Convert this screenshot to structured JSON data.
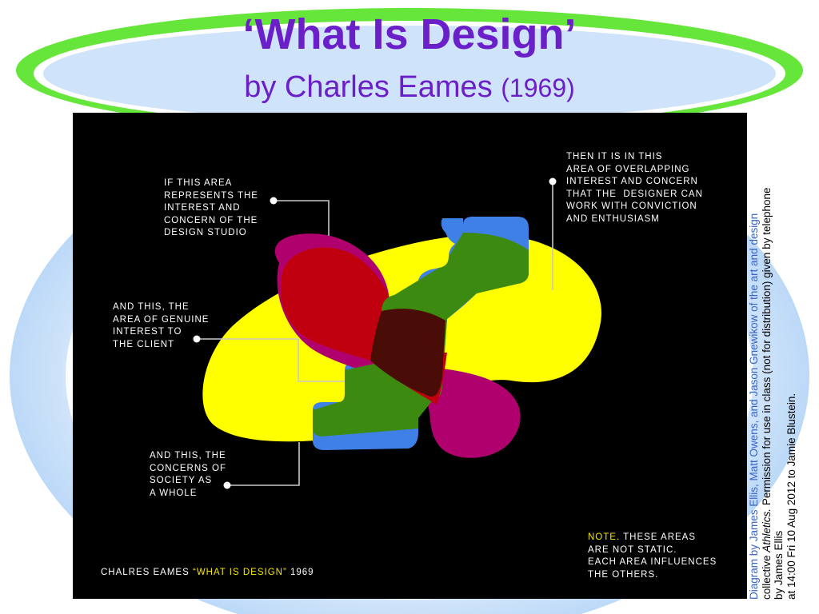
{
  "slide": {
    "title_line1": "‘What Is Design’",
    "title_line2_name": "by Charles Eames",
    "title_line2_year": "(1969)"
  },
  "diagram": {
    "label_studio": "IF THIS AREA\nREPRESENTS THE\nINTEREST AND\nCONCERN OF THE\nDESIGN STUDIO",
    "label_client": "AND THIS, THE\nAREA OF GENUINE\nINTEREST TO\nTHE CLIENT",
    "label_society": "AND THIS, THE\nCONCERNS OF\nSOCIETY AS\nA WHOLE",
    "label_overlap": "THEN IT IS IN THIS\nAREA OF OVERLAPPING\nINTEREST AND CONCERN\nTHAT THE  DESIGNER CAN\nWORK WITH CONVICTION\nAND ENTHUSIASM",
    "note_keyword": "NOTE.",
    "note_text": " THESE AREAS\nARE NOT STATIC.\nEACH AREA INFLUENCES\nTHE OTHERS.",
    "caption_prefix": "CHALRES EAMES ",
    "caption_title": "“WHAT IS DESIGN”",
    "caption_year": " 1969",
    "colors": {
      "studio": "#b0006e",
      "client": "#ffff00",
      "society": "#3a7be0",
      "highlight_text": "#f6e600"
    }
  },
  "credit": {
    "line1": "Diagram by James Ellis, Matt Owens, and Jason Gnewikow of the art and design",
    "line2_a": "collective ",
    "line2_em": "Athletics.",
    "line2_b": " Permission for use in class (not for distribution) given by telephone",
    "line3": "by James Ellis",
    "line4": "at 14:00 Fri 10 Aug 2012 to Jamie Blustein."
  }
}
